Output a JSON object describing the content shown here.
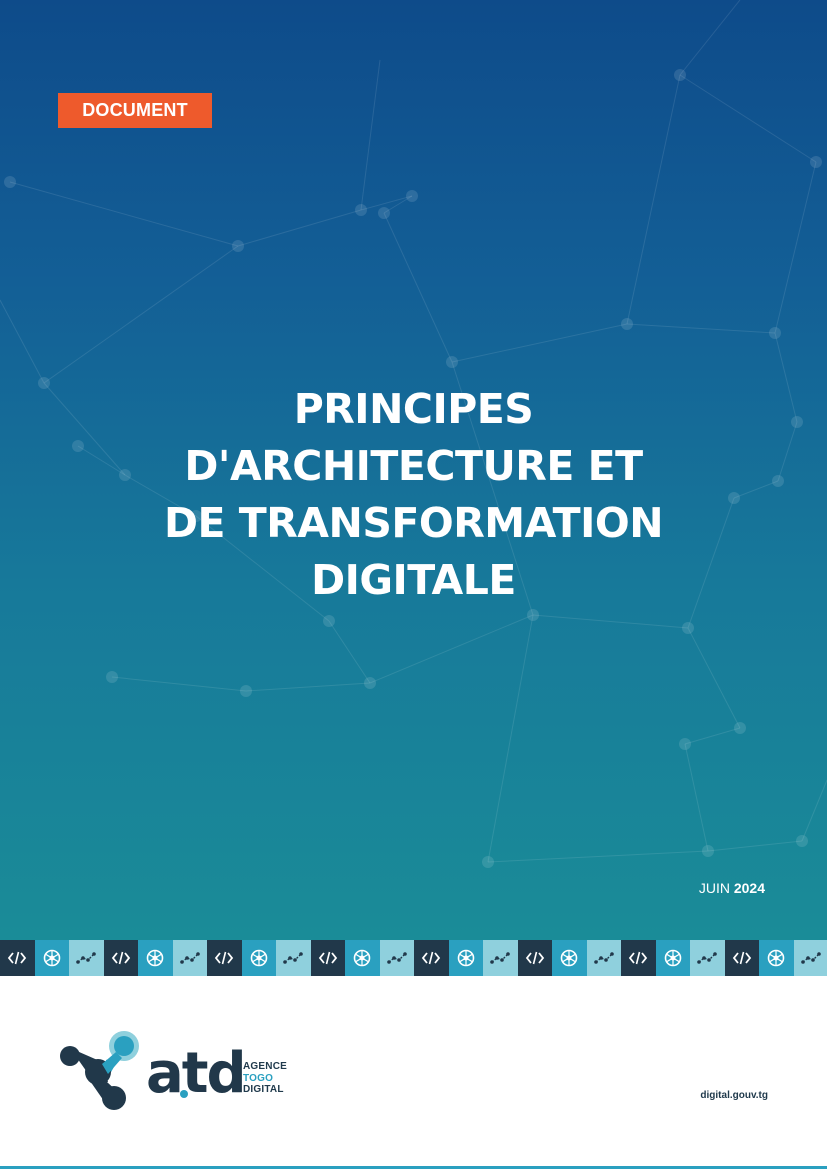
{
  "tag": "DOCUMENT",
  "title_lines": [
    "PRINCIPES",
    "D'ARCHITECTURE ET",
    "DE TRANSFORMATION",
    "DIGITALE"
  ],
  "date": {
    "month": "JUIN",
    "year": "2024"
  },
  "pattern_icons": [
    "code-icon",
    "network-node-icon",
    "trend-line-icon"
  ],
  "logo": {
    "mark": "atd",
    "lines": [
      "AGENCE",
      "TOGO",
      "DIGITAL"
    ]
  },
  "website": "digital.gouv.tg",
  "colors": {
    "tag_bg": "#ee5a2c",
    "gradient_top": "#0e4b8a",
    "gradient_bottom": "#1a8c98",
    "dark": "#21384a",
    "accent": "#2aa0c0",
    "light": "#8fd0dd"
  }
}
